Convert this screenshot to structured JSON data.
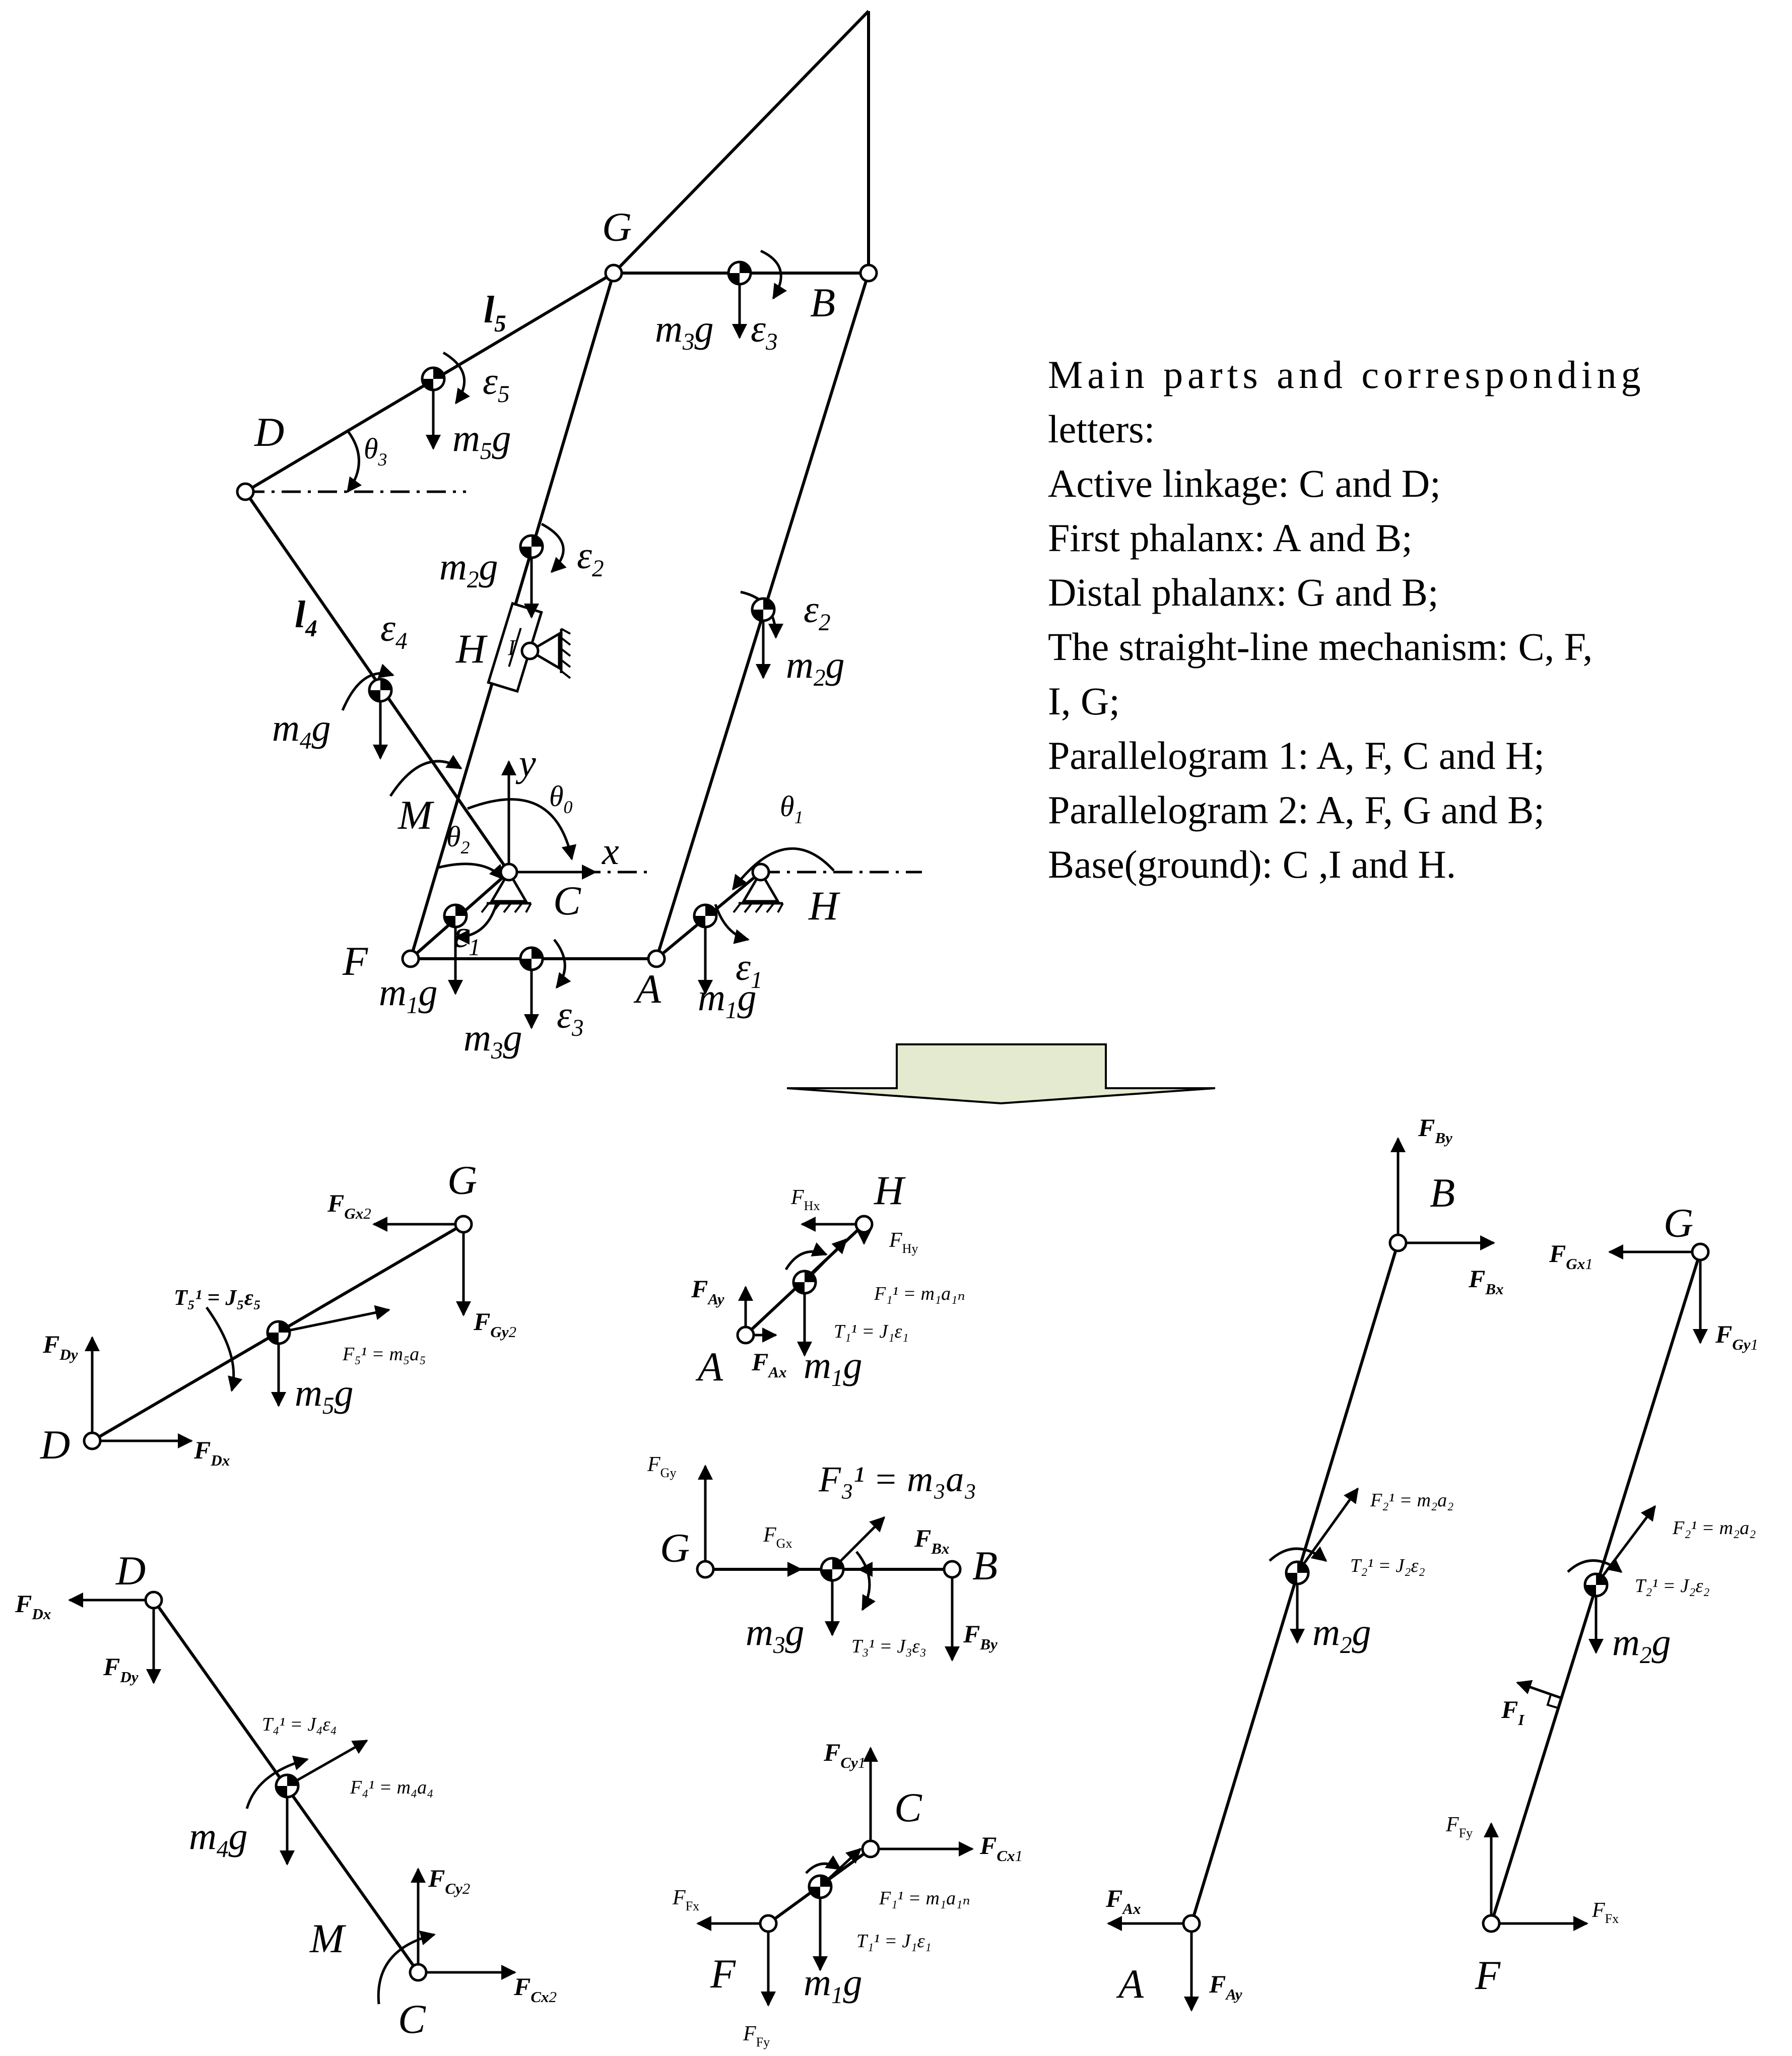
{
  "mechanism": {
    "joints": {
      "G": "G",
      "B": "B",
      "D": "D",
      "H": "H",
      "C": "C",
      "F": "F",
      "A": "A",
      "M": "M",
      "I": "I"
    },
    "links": {
      "l5": "l",
      "l5_sub": "5",
      "l4": "l",
      "l4_sub": "4"
    },
    "angles": {
      "theta3": "θ",
      "theta3_sub": "3",
      "theta0": "θ",
      "theta0_sub": "0",
      "theta2": "θ",
      "theta2_sub": "2",
      "theta1": "θ",
      "theta1_sub": "1"
    },
    "axes": {
      "x": "x",
      "y": "y"
    },
    "loads": {
      "m3g_top": "m",
      "m3g_top_sub": "3",
      "m3g_top_g": "g",
      "eps3_top": "ε",
      "eps3_top_sub": "3",
      "eps5": "ε",
      "eps5_sub": "5",
      "m5g": "m",
      "m5g_sub": "5",
      "m5g_g": "g",
      "m2g_left": "m",
      "m2g_left_sub": "2",
      "m2g_left_g": "g",
      "eps2_left": "ε",
      "eps2_left_sub": "2",
      "eps2_right": "ε",
      "eps2_right_sub": "2",
      "m2g_right": "m",
      "m2g_right_sub": "2",
      "m2g_right_g": "g",
      "eps4": "ε",
      "eps4_sub": "4",
      "m4g": "m",
      "m4g_sub": "4",
      "m4g_g": "g",
      "eps1_left": "ε",
      "eps1_left_sub": "1",
      "m1g_left": "m",
      "m1g_left_sub": "1",
      "m1g_left_g": "g",
      "m3g_bottom": "m",
      "m3g_bottom_sub": "3",
      "m3g_bottom_g": "g",
      "eps3_bottom": "ε",
      "eps3_bottom_sub": "3",
      "eps1_right": "ε",
      "eps1_right_sub": "1",
      "m1g_right": "m",
      "m1g_right_sub": "1",
      "m1g_right_g": "g"
    }
  },
  "legend": {
    "title": "Main parts and corresponding",
    "lines": [
      "letters:",
      "Active linkage: C and D;",
      "First phalanx: A and B;",
      "Distal phalanx: G and B;",
      "The straight-line mechanism: C, F,",
      "I, G;",
      "Parallelogram 1: A, F, C and H;",
      "Parallelogram 2: A, F, G and B;",
      "Base(ground): C ,I and H."
    ]
  },
  "fbd": {
    "link5": {
      "G": "G",
      "D": "D",
      "FGx2": "F",
      "FGx2_sub": "Gx",
      "FGx2_n": "2",
      "FGy2": "F",
      "FGy2_sub": "Gy",
      "FGy2_n": "2",
      "FDy": "F",
      "FDy_sub": "Dy",
      "FDx": "F",
      "FDx_sub": "Dx",
      "T5": "T₅¹ = J₅ε₅",
      "F5": "F₅¹ = m₅a₅",
      "mg": "m",
      "mg_sub": "5",
      "mg_g": "g"
    },
    "link4": {
      "D": "D",
      "M": "M",
      "C": "C",
      "FDx": "F",
      "FDx_sub": "Dx",
      "FDy": "F",
      "FDy_sub": "Dy",
      "T4": "T₄¹ = J₄ε₄",
      "F4": "F₄¹ = m₄a₄",
      "mg": "m",
      "mg_sub": "4",
      "mg_g": "g",
      "FCy2": "F",
      "FCy2_sub": "Cy",
      "FCy2_n": "2",
      "FCx2": "F",
      "FCx2_sub": "Cx",
      "FCx2_n": "2"
    },
    "linkAH": {
      "H": "H",
      "A": "A",
      "FHx": "F",
      "FHx_sub": "Hx",
      "FHy": "F",
      "FHy_sub": "Hy",
      "FAy": "F",
      "FAy_sub": "Ay",
      "FAx": "F",
      "FAx_sub": "Ax",
      "F1": "F₁¹ = m₁a₁ₙ",
      "T1": "T₁¹ = J₁ε₁",
      "mg": "m",
      "mg_sub": "1",
      "mg_g": "g"
    },
    "linkGB": {
      "G": "G",
      "B": "B",
      "FGy": "F",
      "FGy_sub": "Gy",
      "FGx": "F",
      "FGx_sub": "Gx",
      "FBx": "F",
      "FBx_sub": "Bx",
      "FBy": "F",
      "FBy_sub": "By",
      "F3": "F₃¹ = m₃a₃",
      "T3": "T₃¹ = J₃ε₃",
      "mg": "m",
      "mg_sub": "3",
      "mg_g": "g"
    },
    "linkCF": {
      "C": "C",
      "F": "F",
      "FCy1": "F",
      "FCy1_sub": "Cy",
      "FCy1_n": "1",
      "FCx1": "F",
      "FCx1_sub": "Cx",
      "FCx1_n": "1",
      "FFx": "F",
      "FFx_sub": "Fx",
      "FFy": "F",
      "FFy_sub": "Fy",
      "F1": "F₁¹ = m₁a₁ₙ",
      "T1": "T₁¹ = J₁ε₁",
      "mg": "m",
      "mg_sub": "1",
      "mg_g": "g"
    },
    "linkAB": {
      "B": "B",
      "A": "A",
      "FBy": "F",
      "FBy_sub": "By",
      "FBx": "F",
      "FBx_sub": "Bx",
      "FAx": "F",
      "FAx_sub": "Ax",
      "FAy": "F",
      "FAy_sub": "Ay",
      "F2": "F₂¹ = m₂a₂",
      "T2": "T₂¹ = J₂ε₂",
      "mg": "m",
      "mg_sub": "2",
      "mg_g": "g"
    },
    "linkGF": {
      "G": "G",
      "F": "F",
      "FGx1": "F",
      "FGx1_sub": "Gx",
      "FGx1_n": "1",
      "FGy1": "F",
      "FGy1_sub": "Gy",
      "FGy1_n": "1",
      "F2": "F₂¹ = m₂a₂",
      "T2": "T₂¹ = J₂ε₂",
      "mg": "m",
      "mg_sub": "2",
      "mg_g": "g",
      "FI": "F",
      "FI_sub": "I",
      "FFy": "F",
      "FFy_sub": "Fy",
      "FFx": "F",
      "FFx_sub": "Fx"
    }
  }
}
